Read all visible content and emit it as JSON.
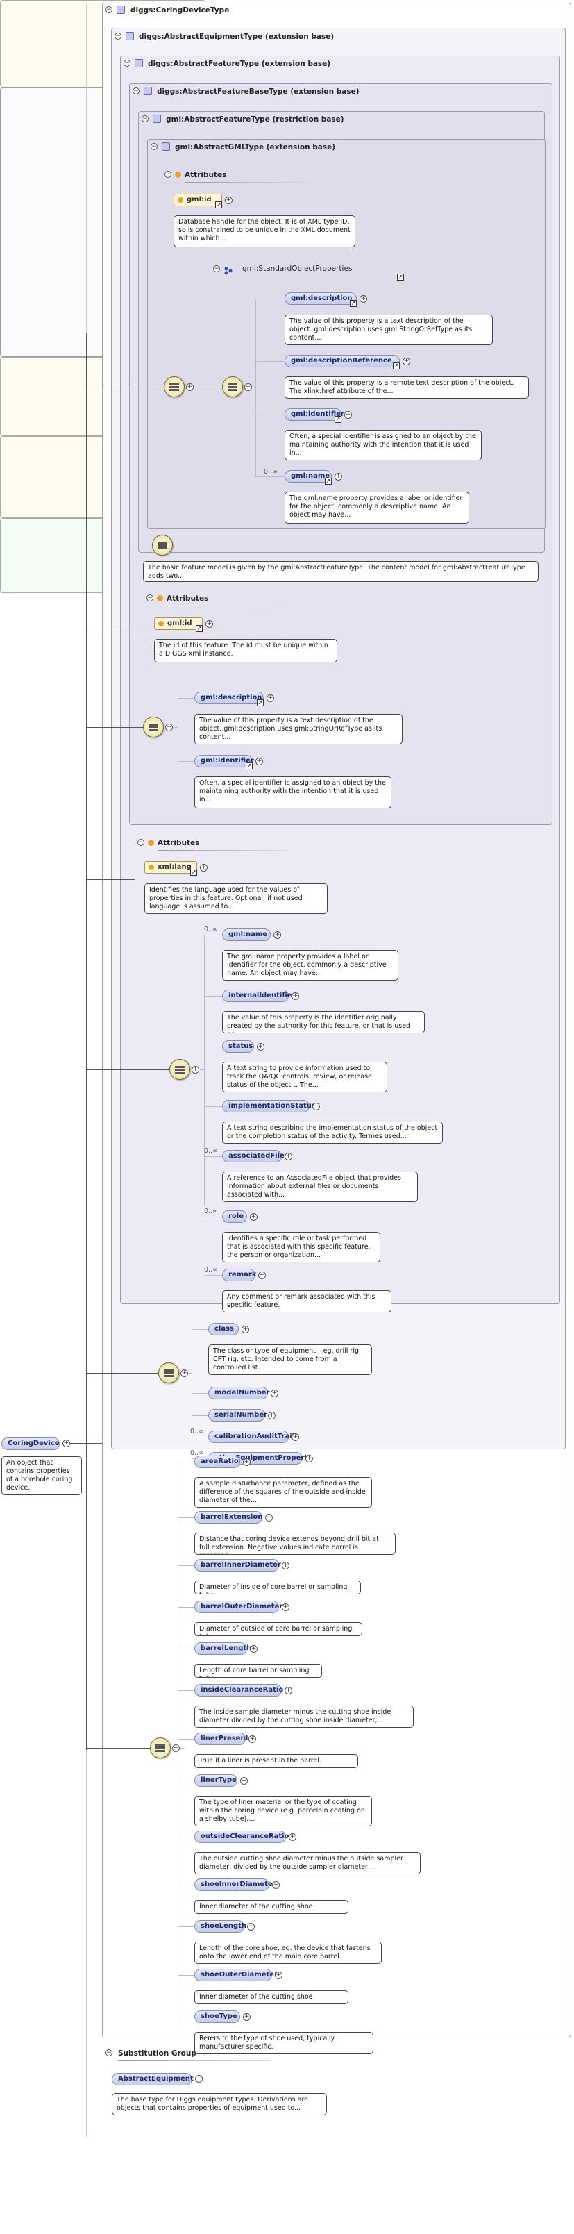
{
  "root": {
    "name": "CoringDevice",
    "desc": "An object that contains properties of a borehole coring device."
  },
  "title": "diggs:CoringDeviceType",
  "nested": [
    {
      "title": "diggs:AbstractEquipmentType (extension base)"
    },
    {
      "title": "diggs:AbstractFeatureType (extension base)"
    },
    {
      "title": "diggs:AbstractFeatureBaseType (extension base)"
    },
    {
      "title": "gml:AbstractFeatureType (restriction base)"
    },
    {
      "title": "gml:AbstractGMLType (extension base)"
    }
  ],
  "gmlAttrs": {
    "title": "Attributes",
    "item": "gml:id",
    "desc": "Database handle for the object. It is of XML type ID, so is constrained to be unique in the XML document within which..."
  },
  "stdProps": {
    "title": "gml:StandardObjectProperties",
    "items": [
      {
        "name": "gml:description",
        "desc": "The value of this property is a text description of the object. gml:description uses gml:StringOrRefType as its content..."
      },
      {
        "name": "gml:descriptionReference",
        "desc": "The value of this property is a remote text description of the object. The xlink:href attribute of the..."
      },
      {
        "name": "gml:identifier",
        "desc": "Often, a special identifier is assigned to an object by the maintaining authority with the intention that it is used in..."
      },
      {
        "name": "gml:name",
        "card": "0..∞",
        "desc": "The gml:name property provides a label or identifier for the object, commonly a descriptive name. An object may have..."
      }
    ]
  },
  "featureNote": "The basic feature model is given by the gml:AbstractFeatureType. The content model for gml:AbstractFeatureType adds two...",
  "baseAttrs": {
    "title": "Attributes",
    "item": "gml:id",
    "desc": "The id of this feature. The id must be unique within a DIGGS xml instance."
  },
  "baseSeq": [
    {
      "name": "gml:description",
      "desc": "The value of this property is a text description of the object. gml:description uses gml:StringOrRefType as its content..."
    },
    {
      "name": "gml:identifier",
      "desc": "Often, a special identifier is assigned to an object by the maintaining authority with the intention that it is used in..."
    }
  ],
  "featAttrs": {
    "title": "Attributes",
    "item": "xml:lang",
    "desc": "Identifies the language used for the values of properties in this feature. Optional; if not used language is assumed to..."
  },
  "featSeq": [
    {
      "name": "gml:name",
      "card": "0..∞",
      "desc": "The gml:name property provides a label or identifier for the object, commonly a descriptive name. An object may have..."
    },
    {
      "name": "internalIdentifier",
      "card": "",
      "desc": "The value of this property is the identifier originally created by the authority for this feature, or that is used as..."
    },
    {
      "name": "status",
      "card": "",
      "desc": "A text string to provide information used to track the QA/QC controls, review, or release status of the object t. The..."
    },
    {
      "name": "implementationStatus",
      "card": "",
      "desc": "A text string describing the implementation status of the object or the completion status of the activity. Termes used..."
    },
    {
      "name": "associatedFile",
      "card": "0..∞",
      "desc": "A reference to an AssociatedFile object that provides information about external files or documents associated with..."
    },
    {
      "name": "role",
      "card": "0..∞",
      "desc": "Identifies a specific role or task performed that is associated with this specific feature, the person or organization..."
    },
    {
      "name": "remark",
      "card": "0..∞",
      "desc": "Any comment or remark associated with this specific feature."
    }
  ],
  "equipSeq": [
    {
      "name": "class",
      "card": "",
      "desc": "The class or type of equipment – eg. drill rig, CPT rig, etc. Intended to come from a controlled list."
    },
    {
      "name": "modelNumber",
      "card": "",
      "desc": ""
    },
    {
      "name": "serialNumber",
      "card": "",
      "desc": ""
    },
    {
      "name": "calibrationAuditTrail",
      "card": "0..∞",
      "desc": ""
    },
    {
      "name": "otherEquipmentProperty",
      "card": "0..∞",
      "desc": ""
    }
  ],
  "coringSeq": [
    {
      "name": "areaRatio",
      "desc": "A sample disturbance parameter, defined as the difference of the squares of the outside and inside diameter of the..."
    },
    {
      "name": "barrelExtension",
      "desc": "Distance that coring device extends beyond drill bit at full extension. Negative values indicate barrel is recessed..."
    },
    {
      "name": "barrelInnerDiameter",
      "desc": "Diameter of inside of core barrel or sampling tube"
    },
    {
      "name": "barrelOuterDiameter",
      "desc": "Diameter of outside of core barrel or sampling tube"
    },
    {
      "name": "barrelLength",
      "desc": "Length of core barrel or sampling tube"
    },
    {
      "name": "insideClearanceRatio",
      "desc": "The inside sample diameter minus the cutting shoe inside diameter divided by the cutting shoe inside diameter,..."
    },
    {
      "name": "linerPresent",
      "desc": "True if a liner is present in the barrel."
    },
    {
      "name": "linerType",
      "desc": "The type of liner material or the type of coating within the coring device (e.g. porcelain coating on a shelby tube)...."
    },
    {
      "name": "outsideClearanceRatio",
      "desc": "The outside cutting shoe diameter minus the outside sampler diameter, divided by the outside sampler diameter,..."
    },
    {
      "name": "shoeInnerDiameter",
      "desc": "Inner diameter of the cutting shoe"
    },
    {
      "name": "shoeLength",
      "desc": "Length of the core shoe, eg. the device that fastens onto the lower end of the main core barrel."
    },
    {
      "name": "shoeOuterDiameter",
      "desc": "Inner diameter of the cutting shoe"
    },
    {
      "name": "shoeType",
      "desc": "Refers to the type of shoe used, typically manufacturer specific."
    }
  ],
  "subst": {
    "title": "Substitution Group",
    "name": "AbstractEquipment",
    "desc": "The base type for Diggs equipment types. Derivations are objects that contains properties of equipment used to..."
  }
}
